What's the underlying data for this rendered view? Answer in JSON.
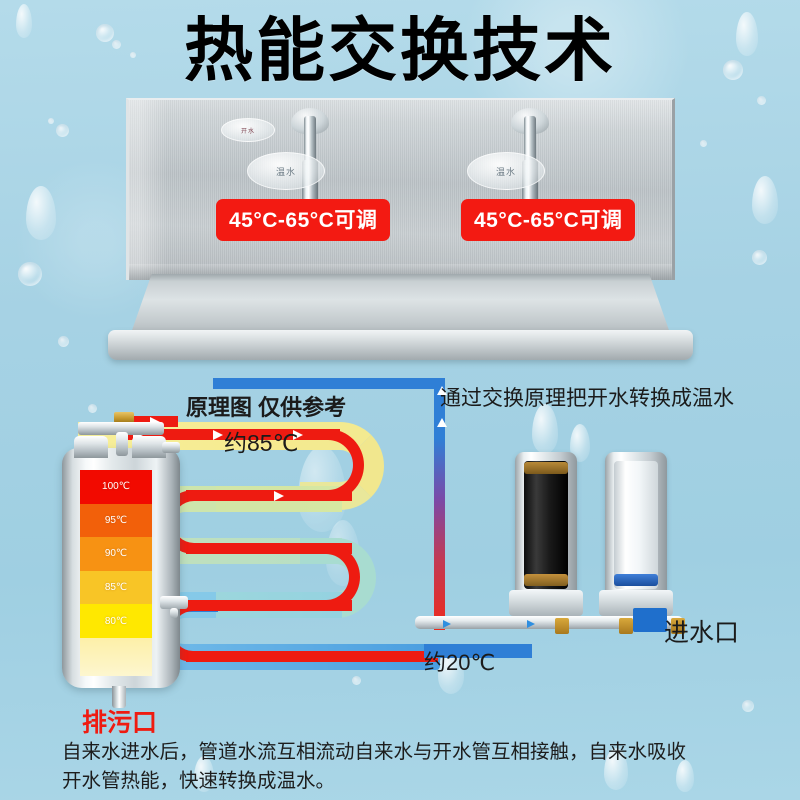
{
  "page": {
    "title": "热能交换技术",
    "background_color": "#a9d5e6"
  },
  "product": {
    "badge_left": "45°C-65°C可调",
    "badge_right": "45°C-65°C可调",
    "faucet_left_label": "温水",
    "faucet_left_sub": "开水",
    "faucet_right_label": "温水"
  },
  "diagram": {
    "schematic_note": "原理图 仅供参考",
    "convert_note": "通过交换原理把开水转换成温水",
    "hot_temp_label": "约85℃",
    "cold_temp_label": "约20℃",
    "inlet_label": "进水口",
    "drain_label": "排污口",
    "colors": {
      "hot_pipe": "#ee1b11",
      "cold_pipe": "#2f7fd6",
      "badge_red": "#f31a12",
      "drain_red": "#ef1b11"
    }
  },
  "tank": {
    "bands": [
      {
        "label": "100℃",
        "color": "#f20a00"
      },
      {
        "label": "95℃",
        "color": "#f2600a"
      },
      {
        "label": "90℃",
        "color": "#f79213"
      },
      {
        "label": "85℃",
        "color": "#f8c526"
      },
      {
        "label": "80℃",
        "color": "#ffe800"
      },
      {
        "label": "",
        "color": "#fdf0a8"
      }
    ]
  },
  "caption": {
    "line1": "自来水进水后，管道水流互相流动自来水与开水管互相接触，自来水吸收",
    "line2": "开水管热能，快速转换成温水。"
  }
}
